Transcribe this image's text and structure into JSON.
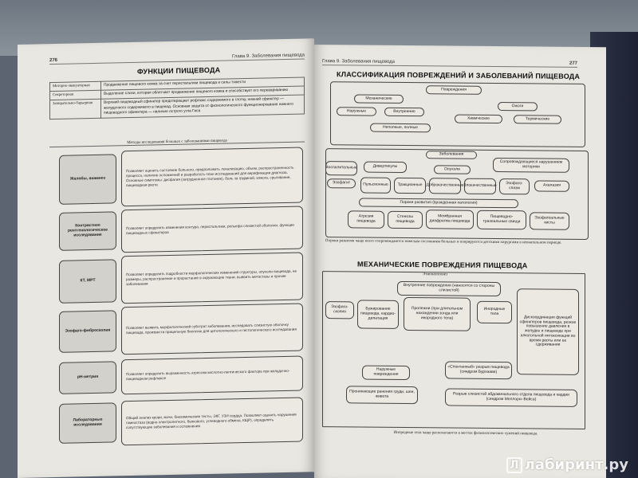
{
  "left_page": {
    "page_number": "276",
    "running_head": "Глава 9. Заболевания пищевода",
    "title": "ФУНКЦИИ ПИЩЕВОДА",
    "functions": [
      {
        "key": "Моторно-эвакуаторная",
        "value": "Продвижение пищевого комка за счет перистальтики пищевода и силы тяжести"
      },
      {
        "key": "Секреторная",
        "value": "Выделение слизи, которая облегчает продвижение пищевого комка и способствует его перевариванию"
      },
      {
        "key": "Запирательно-барьерная",
        "value": "Верхний пищеводный сфинктер предотвращает рефлюкс содержимого в глотку, нижний сфинктер — желудочного содержимого в пищевод. Основная защита от физиологического функционирования нижнего пищеводного сфинктера — наличие острого угла Гиса"
      }
    ],
    "methods_title": "Методы исследования больных с заболеваниями пищевода",
    "methods": [
      {
        "name": "Жалобы, анамнез",
        "desc": "Позволяет оценить состояние больного, предположить локализацию, объем, распространенность процесса, наличие осложнений и разработать план исследований для верификации диагноза. Основные симптомы: дисфагия (затрудненное глотание), боль за грудиной, изжога, срыгивание, пищеводная рвота"
      },
      {
        "name": "Контрастное рентгенологическое исследование",
        "desc": "Позволяет определить изменения контура, перистальтики, рельефа слизистой оболочки, функции пищеводных сфинктеров"
      },
      {
        "name": "КТ, МРТ",
        "desc": "Позволяет определить подробности морфологических изменений структуры, опухоли пищевода, ее размеры, распространение и прорастание в окружающие ткани, выявить метастазы и прочие заболевания"
      },
      {
        "name": "Эзофаго-фиброскопия",
        "desc": "Позволяет выявить морфологический субстрат заболевания, исследовать слизистую оболочку пищевода, произвести прицельную биопсию для цитологического и гистологического исследования"
      },
      {
        "name": "pH-метрия",
        "desc": "Позволяет определить выраженность агрессии кислотно-пептического фактора при желудочно-пищеводном рефлюксе"
      },
      {
        "name": "Лабораторные исследования",
        "desc": "Общий анализ крови, мочи, биохимические тесты, ЭКГ, УЗИ сердца. Позволяет оценить нарушения гомеостаза (водно-электролитного, белкового, углеводного обмена, КЩР), определить сопутствующие заболевания и осложнения"
      }
    ]
  },
  "right_page": {
    "page_number": "277",
    "running_head": "Глава 9. Заболевания пищевода",
    "title": "КЛАССИФИКАЦИЯ ПОВРЕЖДЕНИЙ И ЗАБОЛЕВАНИЙ ПИЩЕВОДА",
    "injuries": {
      "root": "Повреждения",
      "mechanical": "Механические",
      "burns": "Ожоги",
      "external": "Наружные",
      "internal": "Внутренние",
      "chemical": "Химические",
      "thermal": "Термические",
      "incomplete_complete": "Неполные, полные"
    },
    "diseases": {
      "root": "Заболевания",
      "inflammatory": "Воспалительные",
      "diverticula": "Дивертикулы",
      "tumors": "Опухоли",
      "motility": "Сопровождающиеся нарушением моторики",
      "esophagitis": "Эзофагит",
      "pulsion": "Пульсионные",
      "traction": "Тракционные",
      "benign": "Доброкачественные",
      "malignant": "Злокачественные",
      "esophagospasm": "Эзофаго-спазм",
      "achalasia": "Ахалазия"
    },
    "malformations": {
      "root": "Пороки развития (врожденная патология)",
      "items": [
        "Атрезия пищевода",
        "Стенозы пищевода",
        "Мембранная диафрагма пищевода",
        "Пищеводно-трахеальные свищи",
        "Эзофагеальные кисты"
      ]
    },
    "note1": "Пороки развития чаще всего сопровождаются тяжелым состоянием больных и оперируются детскими хирургами в неонатальном периоде.",
    "title2": "МЕХАНИЧЕСКИЕ ПОВРЕЖДЕНИЯ ПИЩЕВОДА",
    "etiopathogenesis": "Этиопатогенез",
    "mech": {
      "internal_root": "Внутренние повреждения (наносятся со стороны слизистой)",
      "esophagoscopy": "Эзофаго-скопия",
      "bougienage": "Бужирование пищевода, кардио-дилатация",
      "bedsore": "Пролежни (при длительном нахождении зонда или инородного тела)",
      "foreign_bodies": "Инородные тела",
      "discoordination": "Дискоординация функций сфинктеров пищевода, резкое повышение давления в желудке и пищеводе при алкогольной интоксикации во время рвоты или ее сдерживании",
      "external": "Наружные повреждения",
      "spontaneous": "«Спонтанный» разрыв пищевода (синдром Бурхааве)",
      "penetrating": "Проникающие ранения груди, шеи, живота",
      "mallory": "Разрыв слизистой абдоминального отдела пищевода и кардии (синдром Меллори–Вейса)"
    },
    "note2": "Инородные тела чаще располагаются в местах физиологических сужений пищевода."
  },
  "watermark": {
    "badge": "Л",
    "text": "лабиринт.ру"
  }
}
